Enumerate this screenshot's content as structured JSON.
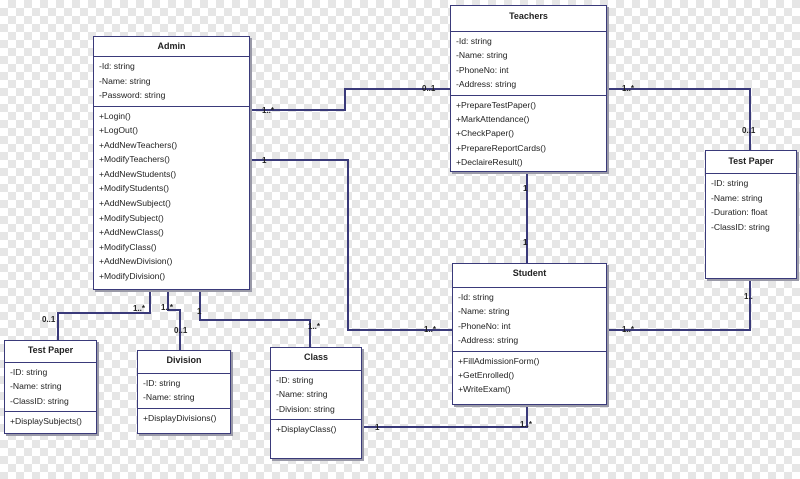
{
  "classes": {
    "admin": {
      "name": "Admin",
      "attributes": [
        "-Id: string",
        "-Name: string",
        "-Password: string"
      ],
      "methods": [
        "+Login()",
        "+LogOut()",
        "+AddNewTeachers()",
        "+ModifyTeachers()",
        "+AddNewStudents()",
        "+ModifyStudents()",
        "+AddNewSubject()",
        "+ModifySubject()",
        "+AddNewClass()",
        "+ModifyClass()",
        "+AddNewDivision()",
        "+ModifyDivision()"
      ]
    },
    "teachers": {
      "name": "Teachers",
      "attributes": [
        "-Id: string",
        "-Name: string",
        "-PhoneNo: int",
        "-Address: string"
      ],
      "methods": [
        "+PrepareTestPaper()",
        "+MarkAttendance()",
        "+CheckPaper()",
        "+PrepareReportCards()",
        "+DeclaireResult()"
      ]
    },
    "testpaper_right": {
      "name": "Test Paper",
      "attributes": [
        "-ID: string",
        "-Name: string",
        "-Duration: float",
        "-ClassID: string"
      ],
      "methods": []
    },
    "student": {
      "name": "Student",
      "attributes": [
        "-Id: string",
        "-Name: string",
        "-PhoneNo: int",
        "-Address: string"
      ],
      "methods": [
        "+FillAdmissionForm()",
        "+GetEnrolled()",
        "+WriteExam()"
      ]
    },
    "testpaper_left": {
      "name": "Test Paper",
      "attributes": [
        "-ID: string",
        "-Name: string",
        "-ClassID: string"
      ],
      "methods": [
        "+DisplaySubjects()"
      ]
    },
    "division": {
      "name": "Division",
      "attributes": [
        "-ID: string",
        "-Name: string"
      ],
      "methods": [
        "+DisplayDivisions()"
      ]
    },
    "class": {
      "name": "Class",
      "attributes": [
        "-ID: string",
        "-Name: string",
        "-Division: string"
      ],
      "methods": [
        "+DisplayClass()"
      ]
    }
  },
  "multiplicities": {
    "admin_teachers_admin": "1..*",
    "admin_teachers_teachers": "0..1",
    "admin_student_admin": "1",
    "admin_student_student": "1..*",
    "teachers_testpaper_teachers": "1..*",
    "teachers_testpaper_testpaper": "0..1",
    "teachers_student_teachers": "1",
    "teachers_student_student": "1",
    "testpaper_student_testpaper": "1..",
    "testpaper_student_student": "1..*",
    "admin_testpaper_admin": "1..*",
    "admin_testpaper_testpaper": "0..1",
    "admin_division_admin": "1..*",
    "admin_division_division": "0..1",
    "admin_class_admin": "1",
    "admin_class_class": "1..*",
    "class_student_class": "1",
    "class_student_student": "1..*"
  },
  "colors": {
    "line": "#3a3a7a",
    "box_border": "#3a3a7a",
    "checker": "#e6e6e6"
  }
}
